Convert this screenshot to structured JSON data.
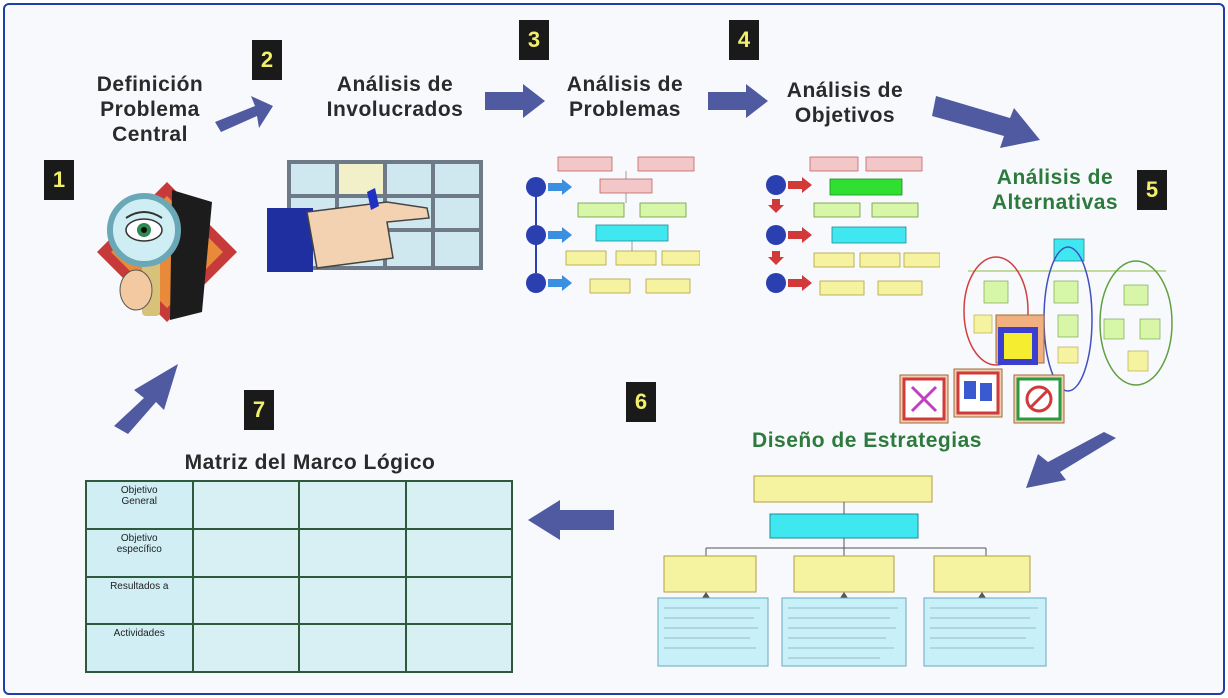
{
  "steps": [
    {
      "number": "1",
      "title": "Definición\nProblema\nCentral"
    },
    {
      "number": "2",
      "title": "Análisis de\nInvolucrados"
    },
    {
      "number": "3",
      "title": "Análisis de\nProblemas"
    },
    {
      "number": "4",
      "title": "Análisis de\nObjetivos"
    },
    {
      "number": "5",
      "title": "Análisis de\nAlternativas"
    },
    {
      "number": "6",
      "title": "Diseño de Estrategias"
    },
    {
      "number": "7",
      "title": "Matriz del Marco Lógico"
    }
  ],
  "matrix": {
    "rows": [
      "Objetivo\nGeneral",
      "Objetivo\nespecífico",
      "Resultados a",
      "Actividades"
    ]
  },
  "colors": {
    "arrow": "#4f5aa0",
    "number_bg": "#1a1a1a",
    "number_text": "#f2ef6a",
    "green_title": "#2d7a3d",
    "frame": "#1f3fa8"
  },
  "icons": [
    "magnifier-icon",
    "hand-pointer-icon",
    "problem-tree-icon",
    "objective-tree-icon",
    "alternatives-tree-icon",
    "strategy-tree-icon"
  ]
}
